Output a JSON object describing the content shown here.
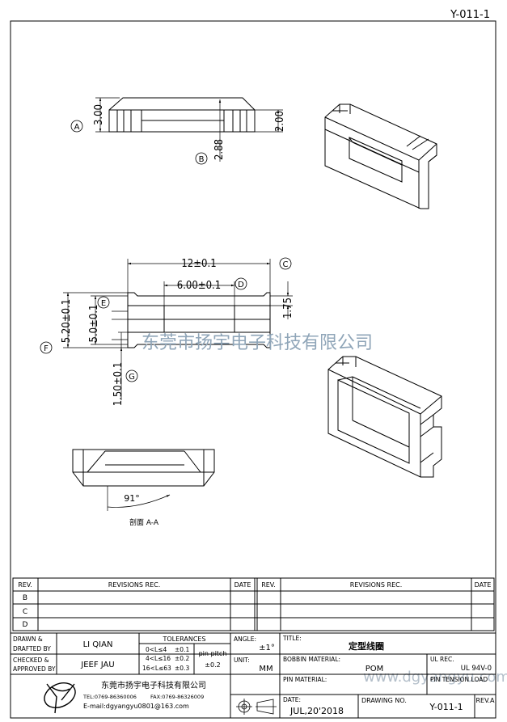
{
  "drawing_code": "Y-011-1",
  "watermark": {
    "company": "东莞市扬宇电子科技有限公司",
    "url": "www.dgyangyu.com"
  },
  "dims": {
    "h_total": "3.00",
    "h_inner": "2.88",
    "h_right": "2.00",
    "w_total": "12±0.1",
    "w_window": "6.00±0.1",
    "h_top": "1.75",
    "d_outer": "5.20±0.1",
    "d_inner": "5.0±0.1",
    "d_bottom": "1.50±0.1"
  },
  "callouts": [
    "A",
    "B",
    "C",
    "D",
    "E",
    "F",
    "G"
  ],
  "section": {
    "angle": "91°",
    "label": "剖面  A-A"
  },
  "revisions": {
    "rev_header": "REV.",
    "rec_header": "REVISIONS   REC.",
    "date_header": "DATE",
    "rows": [
      "B",
      "C",
      "D"
    ]
  },
  "title_block": {
    "drawn_by_label": "DRAWN &\nDRAFTED BY",
    "drawn_by_l1": "DRAWN &",
    "drawn_by_l2": "DRAFTED BY",
    "drawn_by": "LI QIAN",
    "checked_l1": "CHECKED &",
    "checked_l2": "APPROVED BY",
    "checked_by": "JEEF JAU",
    "tolerances_label": "TOLERANCES",
    "tol1": "0<L≤4",
    "tol1v": "±0.1",
    "tol2": "4<L≤16",
    "tol2v": "±0.2",
    "tol3": "16<L≤63",
    "tol3v": "±0.3",
    "pin_pitch_label": "pin pitch",
    "pin_pitch": "±0.2",
    "angle_label": "ANGLE:",
    "angle": "±1°",
    "unit_label": "UNIT:",
    "unit": "MM",
    "title_label": "TITLE:",
    "title": "定型线圈",
    "bobbin_label": "BOBBIN MATERIAL:",
    "bobbin": "POM",
    "ul_label": "UL REC.",
    "ul": "UL 94V-0",
    "pin_label": "PIN MATERIAL:",
    "pin_tension": "PIN TENSION LOAD",
    "date_label": "DATE:",
    "date": "JUL,20'2018",
    "drawing_no_label": "DRAWING NO.",
    "drawing_no": "Y-011-1",
    "rev_label": "REV.A",
    "company": "东莞市扬宇电子科技有限公司",
    "tel": "TEL:0769-86360006",
    "fax": "FAX:0769-86326009",
    "email": "E-mail:dgyangyu0801@163.com"
  }
}
